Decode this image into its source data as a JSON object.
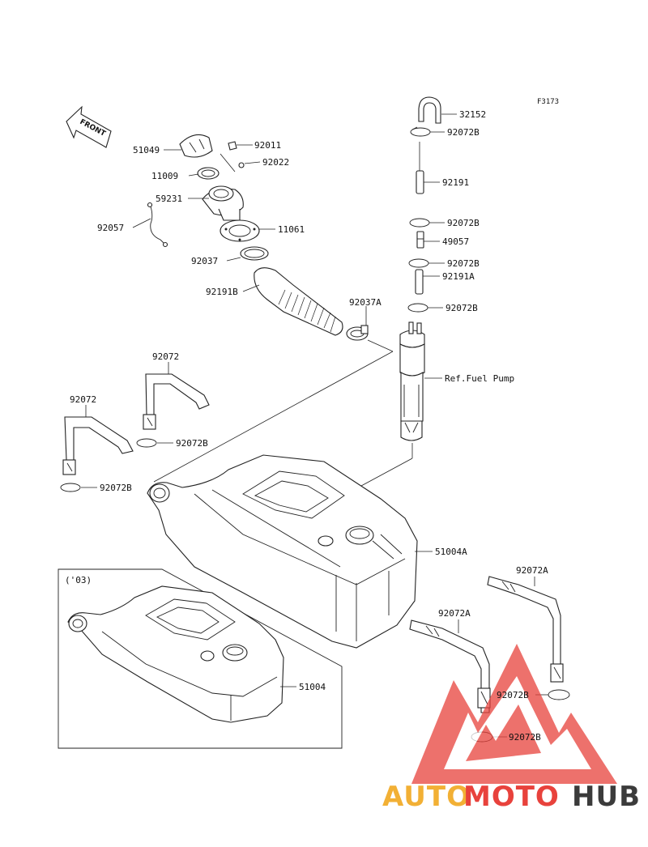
{
  "figure_code": "F3173",
  "front_arrow_label": "FRONT",
  "inset_label": "('03)",
  "labels": {
    "p32152": "32152",
    "p92072B_1": "92072B",
    "p92191": "92191",
    "p92072B_2": "92072B",
    "p49057": "49057",
    "p92072B_3": "92072B",
    "p92191A": "92191A",
    "p92072B_4": "92072B",
    "p_ref_fuel_pump": "Ref.Fuel Pump",
    "p51049": "51049",
    "p92011": "92011",
    "p92022": "92022",
    "p11009": "11009",
    "p59231": "59231",
    "p92057": "92057",
    "p11061": "11061",
    "p92037": "92037",
    "p92191B": "92191B",
    "p92037A": "92037A",
    "p92072_a": "92072",
    "p92072_b": "92072",
    "p92072B_5": "92072B",
    "p92072B_6": "92072B",
    "p51004A": "51004A",
    "p51004": "51004",
    "p92072A_1": "92072A",
    "p92072A_2": "92072A",
    "p92072B_7": "92072B",
    "p92072B_8": "92072B"
  },
  "watermark": {
    "auto": "AUTO",
    "moto": "MOTO",
    "hub": "HUB",
    "colors": {
      "auto": "#f2b035",
      "moto": "#e8423c",
      "hub": "#3b3b3b",
      "logo": "#e8423c"
    }
  }
}
